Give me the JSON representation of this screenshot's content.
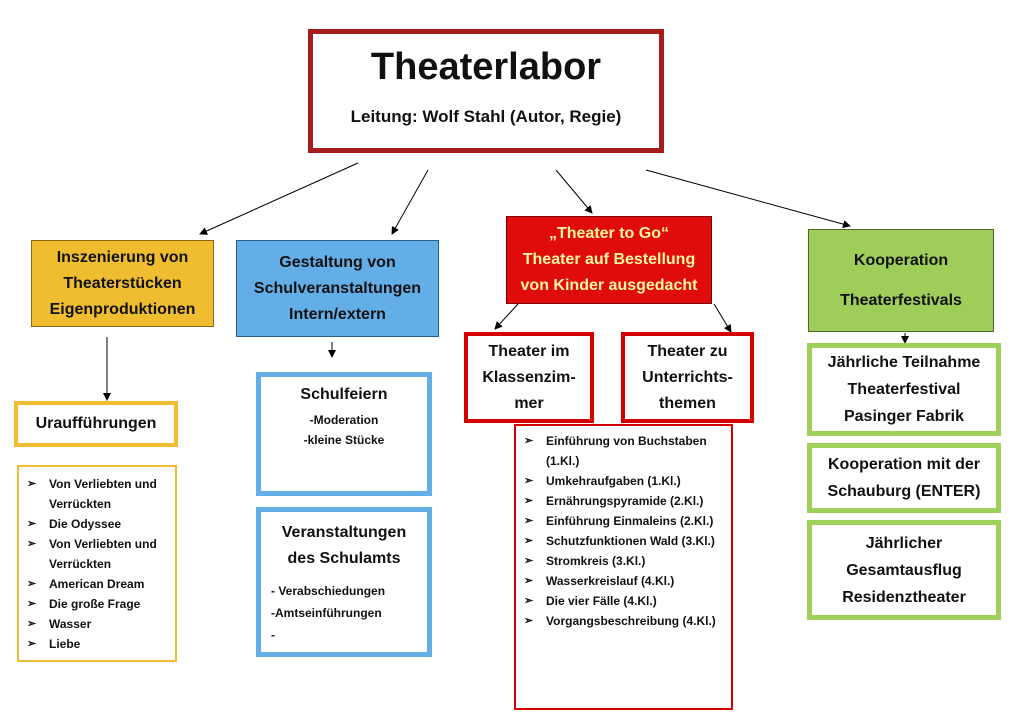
{
  "header": {
    "title": "Theaterlabor",
    "subtitle": "Leitung: Wolf Stahl (Autor, Regie)"
  },
  "categories": {
    "inszenierung": [
      "Inszenierung von",
      "Theaterstücken",
      "Eigenproduktionen"
    ],
    "gestaltung": [
      "Gestaltung von",
      "Schulveranstaltungen",
      "Intern/extern"
    ],
    "theater_to_go": [
      "„Theater to Go“",
      "Theater auf Bestellung",
      "von Kinder ausgedacht"
    ],
    "kooperation": [
      "Kooperation",
      "Theaterfestivals"
    ]
  },
  "urauffuehrungen": {
    "label": "Uraufführungen",
    "items": [
      "Von Verliebten und Verrückten",
      "Die Odyssee",
      "Von Verliebten und Verrückten",
      "American Dream",
      "Die große Frage",
      "Wasser",
      "Liebe"
    ]
  },
  "schulfeiern": {
    "label": "Schulfeiern",
    "items": [
      "-Moderation",
      "-kleine Stücke"
    ]
  },
  "schulamt": {
    "label": [
      "Veranstaltungen",
      "des Schulamts"
    ],
    "items": [
      "- Verabschiedungen",
      "-Amtseinführungen",
      "-"
    ]
  },
  "klassenzimmer": {
    "label": [
      "Theater im",
      "Klassenzim-",
      "mer"
    ]
  },
  "unterricht": {
    "label": [
      "Theater zu",
      "Unterrichts-",
      "themen"
    ],
    "items": [
      "Einführung von Buchstaben (1.Kl.)",
      "Umkehraufgaben (1.Kl.)",
      "Ernährungspyramide (2.Kl.)",
      "Einführung Einmaleins (2.Kl.)",
      "Schutzfunktionen Wald (3.Kl.)",
      "Stromkreis (3.Kl.)",
      "Wasserkreislauf (4.Kl.)",
      "Die vier Fälle (4.Kl.)",
      "Vorgangsbeschreibung (4.Kl.)"
    ]
  },
  "green_boxes": [
    [
      "Jährliche Teilnahme",
      "Theaterfestival",
      "Pasinger Fabrik"
    ],
    [
      "Kooperation mit der",
      "Schauburg (ENTER)"
    ],
    [
      "Jährlicher",
      "Gesamtausflug",
      "Residenztheater"
    ]
  ],
  "icons": {
    "bullet": "arrowhead-bullet-icon"
  },
  "colors": {
    "title_border": "#a61c1c",
    "orange": "#f0bd30",
    "blue": "#64aee8",
    "red": "#e00c0c",
    "green": "#9fcd5a",
    "red_text": "#fff7a0"
  }
}
